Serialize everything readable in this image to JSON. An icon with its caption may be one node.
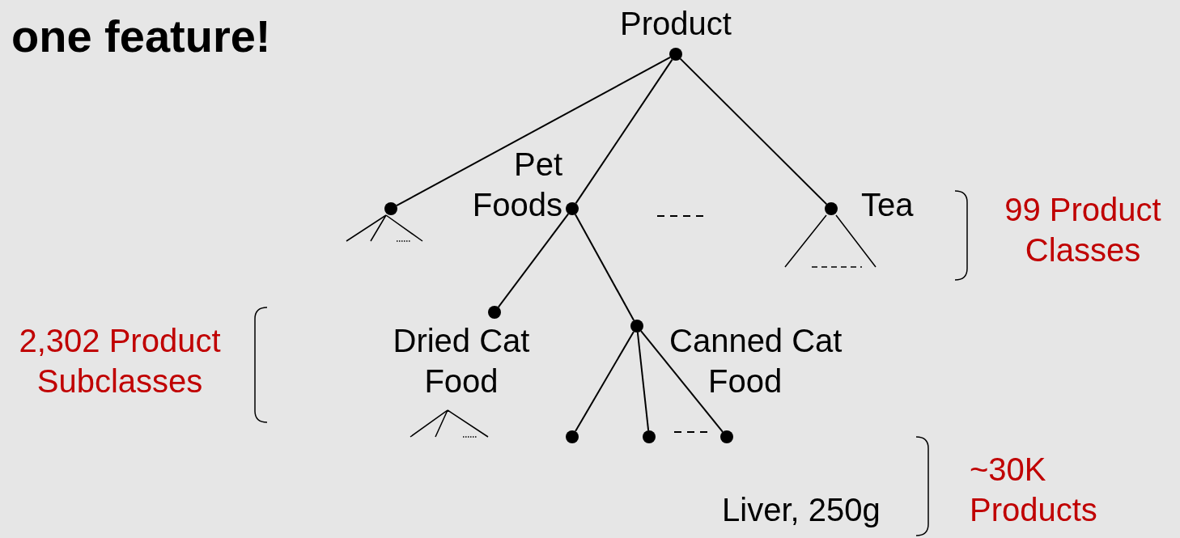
{
  "diagram": {
    "title": "one feature!",
    "nodes": [
      {
        "text": [],
        "shape": "circle",
        "beside": [
          "Product"
        ]
      },
      {
        "text": [],
        "shape": "circle"
      },
      {
        "text": [],
        "shape": "circle",
        "beside": [
          "Pet Foods"
        ]
      },
      {
        "text": [],
        "shape": "circle",
        "beside": [
          "Tea"
        ]
      },
      {
        "text": [],
        "shape": "circle",
        "beside": [
          "Dried Cat Food"
        ]
      },
      {
        "text": [],
        "shape": "circle",
        "beside": [
          "Canned Cat Food"
        ]
      },
      {
        "text": [],
        "shape": "circle"
      },
      {
        "text": [],
        "shape": "circle"
      },
      {
        "text": [],
        "shape": "circle",
        "beside": [
          "Liver, 250g"
        ]
      }
    ],
    "edges": [
      {
        "from": 0,
        "to": 1,
        "arrow": "none"
      },
      {
        "from": 0,
        "to": 2,
        "arrow": "none"
      },
      {
        "from": 0,
        "to": 3,
        "arrow": "none"
      },
      {
        "from": 2,
        "to": 4,
        "arrow": "none"
      },
      {
        "from": 2,
        "to": 5,
        "arrow": "none"
      },
      {
        "from": 5,
        "to": 6,
        "arrow": "none"
      },
      {
        "from": 5,
        "to": 7,
        "arrow": "none"
      },
      {
        "from": 5,
        "to": 8,
        "arrow": "none"
      }
    ],
    "labels": [
      "99 Product Classes",
      "2,302 Product Subclasses",
      "~30K Products"
    ]
  }
}
